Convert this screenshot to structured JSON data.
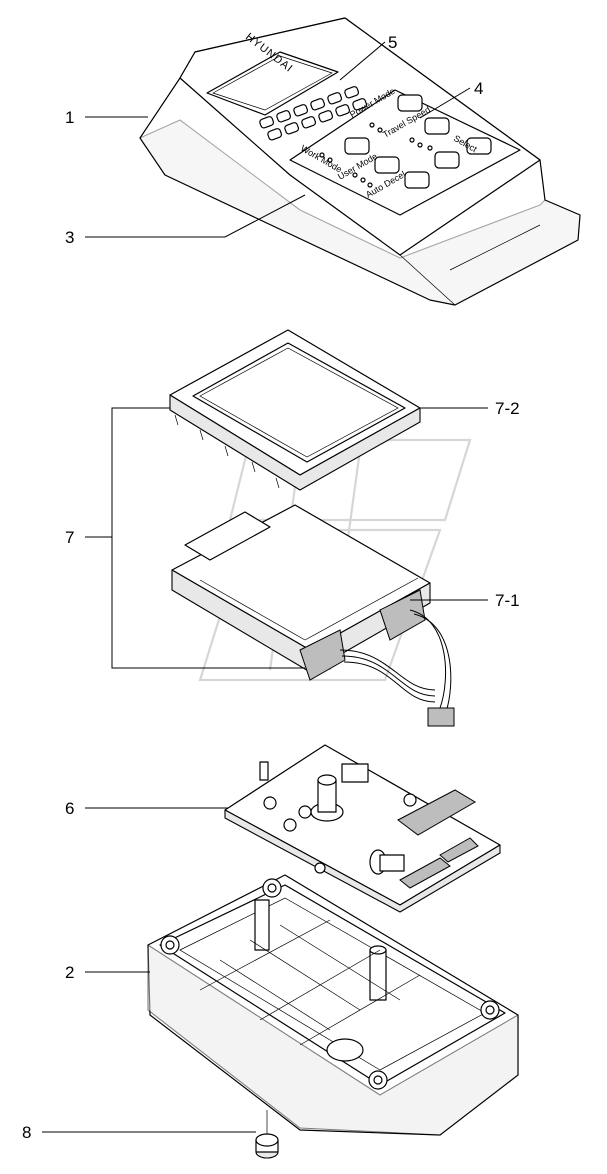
{
  "callouts": {
    "c1": "1",
    "c2": "2",
    "c3": "3",
    "c4": "4",
    "c5": "5",
    "c6": "6",
    "c7": "7",
    "c7_1": "7-1",
    "c7_2": "7-2",
    "c8": "8"
  },
  "panel": {
    "brand": "HYUNDAI",
    "work_mode": "Work Mode",
    "power_mode": "Power Mode",
    "travel_speed": "Travel Speed",
    "user_mode": "User Mode",
    "auto_decel": "Auto Decel",
    "select": "Select"
  }
}
